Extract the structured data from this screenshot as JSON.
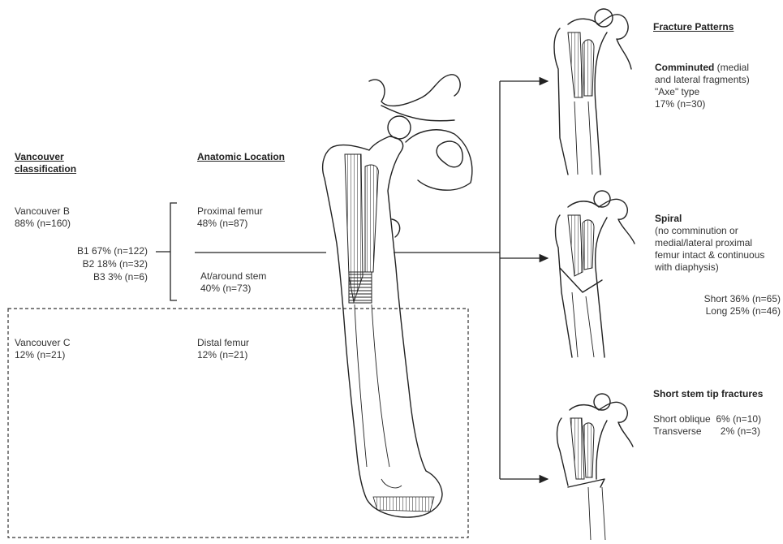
{
  "vancouver": {
    "heading_line1": "Vancouver",
    "heading_line2": "classification",
    "b_label": "Vancouver B",
    "b_stat": "88% (n=160)",
    "b1": "B1 67% (n=122)",
    "b2": "B2 18% (n=32)",
    "b3": "B3 3% (n=6)",
    "c_label": "Vancouver C",
    "c_stat": "12% (n=21)"
  },
  "anatomic": {
    "heading": "Anatomic Location",
    "proximal_label": "Proximal femur",
    "proximal_stat": "48% (n=87)",
    "stem_label": "At/around stem",
    "stem_stat": "40% (n=73)",
    "distal_label": "Distal femur",
    "distal_stat": "12% (n=21)"
  },
  "patterns": {
    "heading": "Fracture Patterns",
    "comminuted": {
      "title": "Comminuted",
      "desc1": " (medial",
      "desc2": "and lateral fragments)",
      "desc3": "\"Axe\" type",
      "stat": "17%  (n=30)"
    },
    "spiral": {
      "title": "Spiral",
      "desc1": "(no comminution or",
      "desc2": "medial/lateral proximal",
      "desc3": "femur intact & continuous",
      "desc4": "with diaphysis)",
      "short": "Short 36% (n=65)",
      "long": "Long 25% (n=46)"
    },
    "stem_tip": {
      "title": "Short stem tip fractures",
      "oblique": "Short oblique  6% (n=10)",
      "transverse": "Transverse       2% (n=3)"
    }
  }
}
